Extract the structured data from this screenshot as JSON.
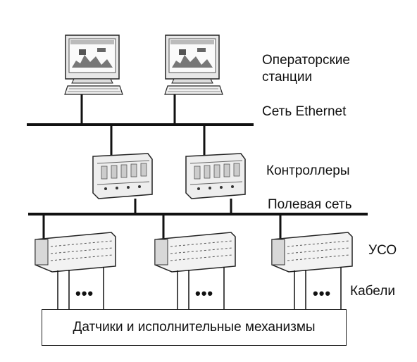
{
  "layers": {
    "operator_stations": {
      "line1": "Операторские",
      "line2": "станции"
    },
    "ethernet": "Сеть Ethernet",
    "controllers": "Контроллеры",
    "fieldbus": "Полевая сеть",
    "io_modules": "УСО",
    "cables": "Кабели",
    "ellipsis": "•••",
    "sensors_actuators": "Датчики и исполнительные механизмы"
  }
}
